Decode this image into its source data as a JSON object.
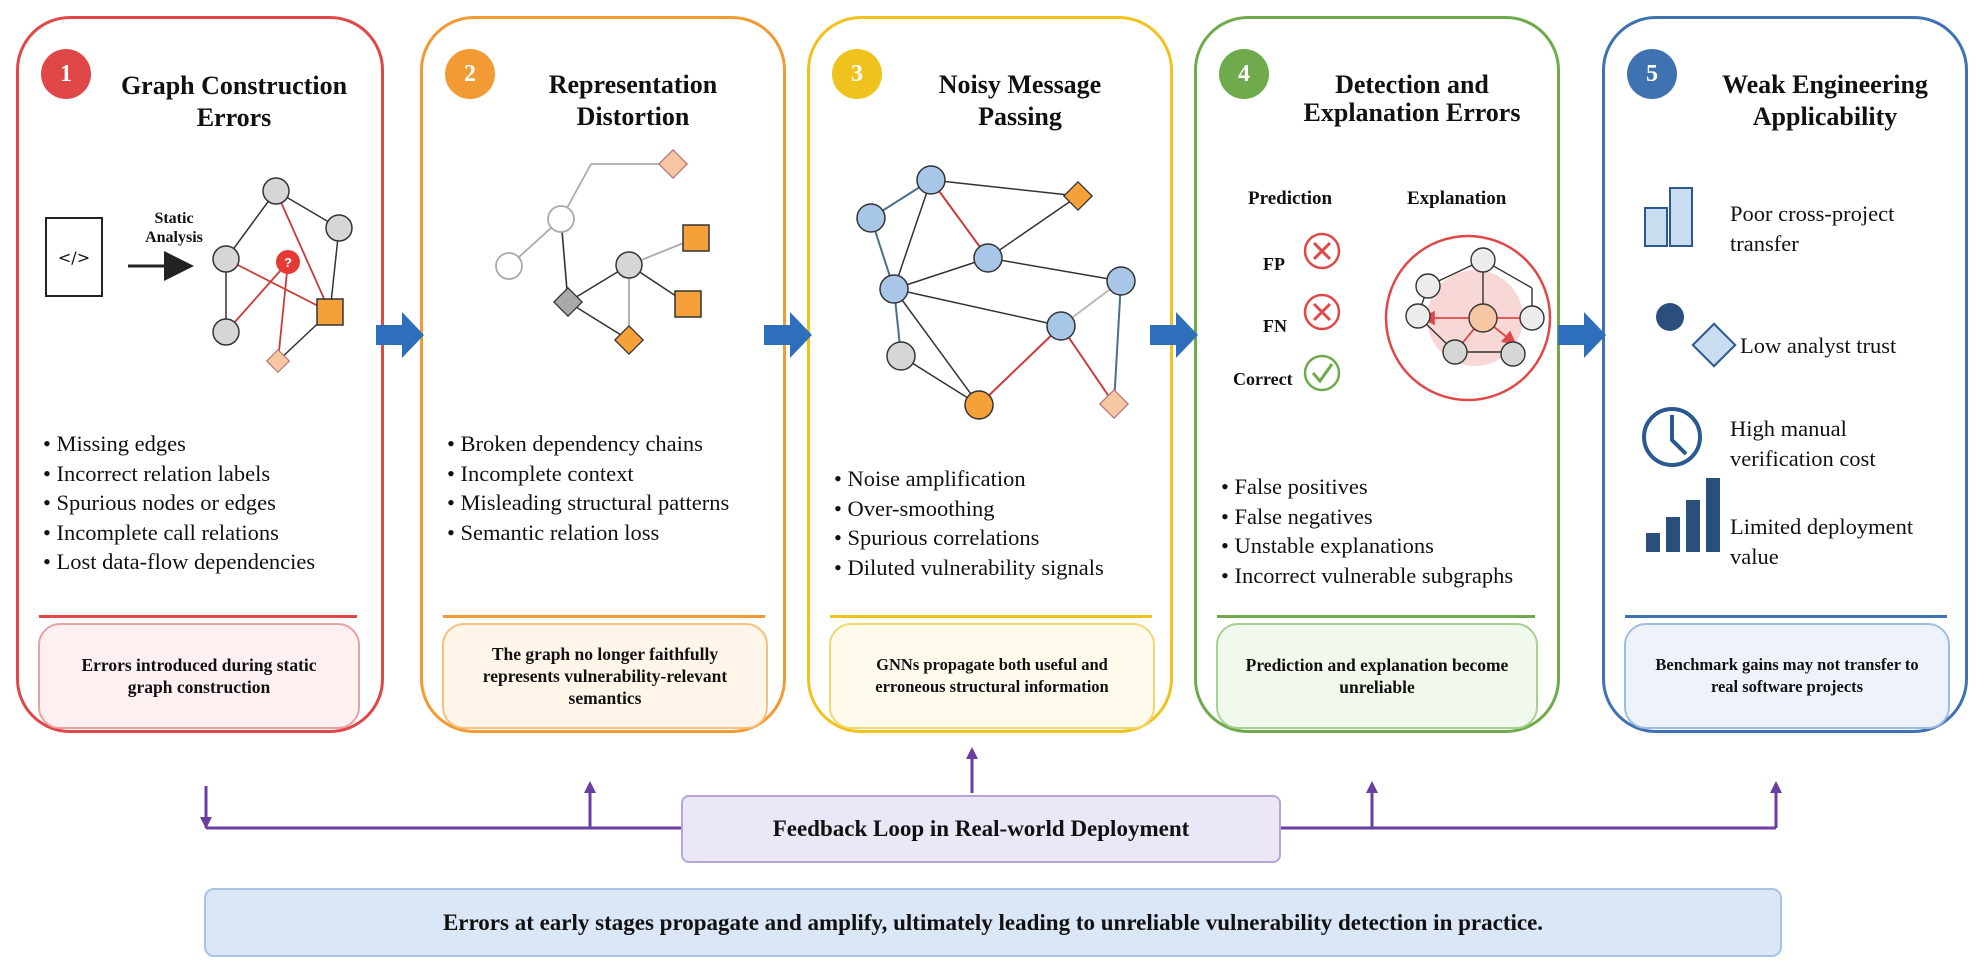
{
  "colors": {
    "red": "#e04848",
    "orange": "#f29a33",
    "yellow": "#f0c21d",
    "green": "#6faa4c",
    "blue": "#3f72b0",
    "arrow": "#2e6fbc",
    "feedback": "#6a3fa0",
    "node_gray": "#d6d6d6",
    "node_blue": "#a7c6e8",
    "node_orange": "#f4a13a",
    "node_peach": "#f6c7a2"
  },
  "stages": [
    {
      "number": "1",
      "title_lines": [
        "Graph Construction",
        "Errors"
      ],
      "bullets": [
        "Missing edges",
        "Incorrect relation labels",
        "Spurious nodes or edges",
        "Incomplete call relations",
        "Lost data-flow dependencies"
      ],
      "summary": "Errors introduced during static graph construction",
      "code_icon": "</>",
      "static_label_lines": [
        "Static",
        "Analysis"
      ],
      "question_mark": "?"
    },
    {
      "number": "2",
      "title_lines": [
        "Representation",
        "Distortion"
      ],
      "bullets": [
        "Broken dependency chains",
        "Incomplete context",
        "Misleading structural patterns",
        "Semantic relation loss"
      ],
      "summary": "The graph no longer faithfully represents vulnerability-relevant semantics"
    },
    {
      "number": "3",
      "title_lines": [
        "Noisy Message",
        "Passing"
      ],
      "bullets": [
        "Noise amplification",
        "Over-smoothing",
        "Spurious correlations",
        "Diluted vulnerability signals"
      ],
      "summary": "GNNs propagate both useful and erroneous structural information"
    },
    {
      "number": "4",
      "title_lines": [
        "Detection and",
        "Explanation Errors"
      ],
      "bullets": [
        "False positives",
        "False negatives",
        "Unstable explanations",
        "Incorrect vulnerable subgraphs"
      ],
      "summary": "Prediction and explanation become unreliable",
      "prediction_header": "Prediction",
      "explanation_header": "Explanation",
      "predictions": [
        {
          "label": "FP",
          "icon": "cross-icon"
        },
        {
          "label": "FN",
          "icon": "cross-icon"
        },
        {
          "label": "Correct",
          "icon": "check-icon"
        }
      ]
    },
    {
      "number": "5",
      "title_lines": [
        "Weak Engineering",
        "Applicability"
      ],
      "items": [
        {
          "icon": "bar-chart-icon",
          "lines": [
            "Poor cross-project",
            "transfer"
          ]
        },
        {
          "icon": "shapes-icon",
          "lines": [
            "Low analyst trust"
          ]
        },
        {
          "icon": "clock-icon",
          "lines": [
            "High manual",
            "verification cost"
          ]
        },
        {
          "icon": "ascending-bars-icon",
          "lines": [
            "Limited deployment",
            "value"
          ]
        }
      ],
      "summary": "Benchmark gains may not transfer to real software projects"
    }
  ],
  "feedback_label": "Feedback Loop in Real-world Deployment",
  "bottom_message": "Errors at early stages propagate and amplify, ultimately leading to unreliable vulnerability detection in practice."
}
